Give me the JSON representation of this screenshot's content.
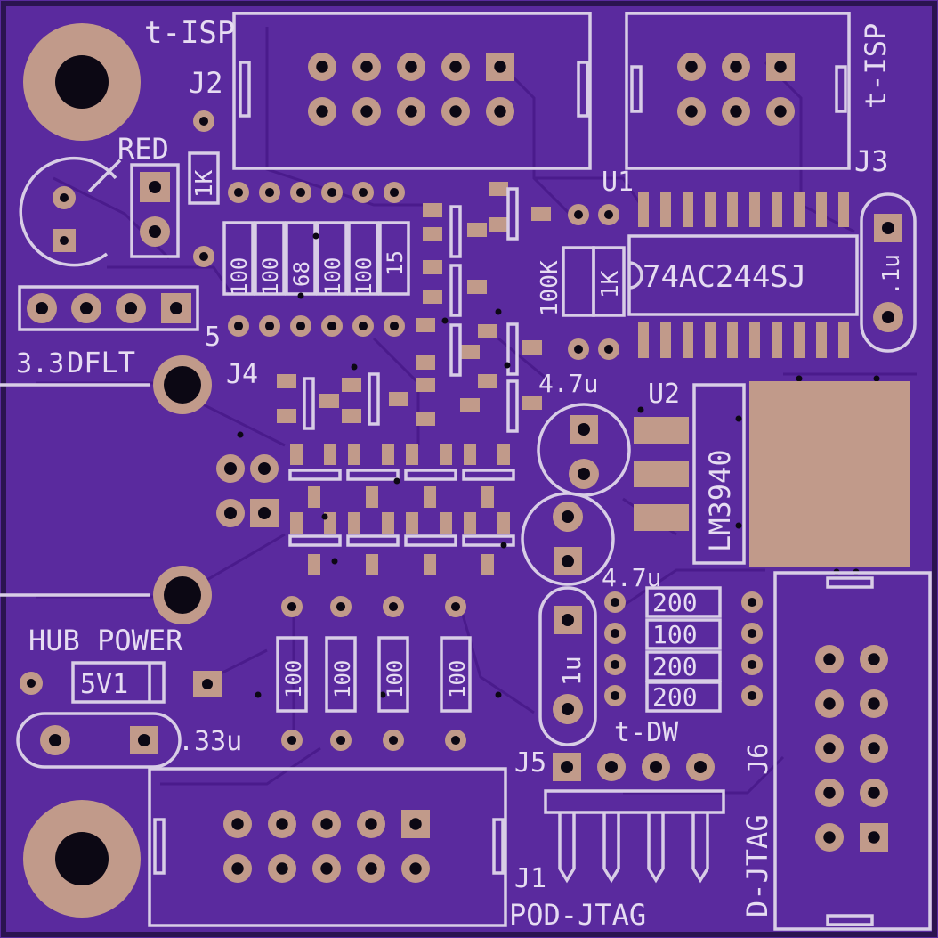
{
  "colors": {
    "board": "#5a2a9e",
    "board_edge": "#2b1450",
    "trace": "#4a1b8c",
    "silkscreen": "#d8cde6",
    "copper_pad": "#c19a8a",
    "drill": "#0c0814"
  },
  "labels": {
    "t_isp_left": "t-ISP",
    "j2": "J2",
    "t_isp_right": "t-ISP",
    "j3": "J3",
    "u1": "U1",
    "red": "RED",
    "r_1k_top": "1K",
    "r_100_a": "100",
    "r_100_b": "100",
    "r_68": "68",
    "r_100_c": "100",
    "r_100_d": "100",
    "r_15": "15",
    "r_100k": "100K",
    "r_1k_u1": "1K",
    "ic_74ac244": "74AC244SJ",
    "cap_1u_top": ".1u",
    "pin5": "5",
    "dflt_33": "3.3",
    "dflt": "DFLT",
    "j4": "J4",
    "cap_47u_top": "4.7u",
    "u2": "U2",
    "lm3940": "LM3940",
    "cap_47u_bottom": "4.7u",
    "r_200_a": "200",
    "r_100_e": "100",
    "r_200_b": "200",
    "r_200_c": "200",
    "cap_1u_mid": "1u",
    "hub_power": "HUB POWER",
    "zener": "5V1",
    "cap_033u": ".33u",
    "r_100_f": "100",
    "r_100_g": "100",
    "r_100_h": "100",
    "r_100_i": "100",
    "t_dw": "t-DW",
    "j5": "J5",
    "j6": "J6",
    "d_jtag": "D-JTAG",
    "j1": "J1",
    "pod_jtag": "POD-JTAG"
  }
}
